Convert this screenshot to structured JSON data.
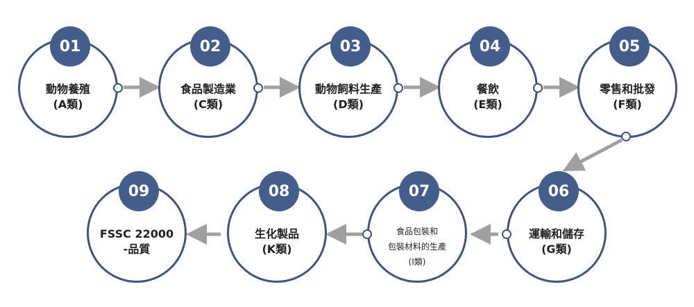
{
  "colors": {
    "circle_border": "#3d5580",
    "badge": "#445d8a",
    "arrow": "#a0a0a0",
    "text": "#222222"
  },
  "steps": [
    {
      "num": "01",
      "line1": "動物養殖",
      "line2": "(A類)",
      "line3": ""
    },
    {
      "num": "02",
      "line1": "食品製造業",
      "line2": "(C類)",
      "line3": ""
    },
    {
      "num": "03",
      "line1": "動物飼料生產",
      "line2": "(D類)",
      "line3": ""
    },
    {
      "num": "04",
      "line1": "餐飲",
      "line2": "(E類)",
      "line3": ""
    },
    {
      "num": "05",
      "line1": "零售和批發",
      "line2": "(F類)",
      "line3": ""
    },
    {
      "num": "06",
      "line1": "運輸和儲存",
      "line2": "(G類)",
      "line3": ""
    },
    {
      "num": "07",
      "line1": "食品包裝和",
      "line2": "包裝材料的生產",
      "line3": "(I類)"
    },
    {
      "num": "08",
      "line1": "生化製品",
      "line2": "(K類)",
      "line3": ""
    },
    {
      "num": "09",
      "line1": "FSSC 22000",
      "line2": "-品質",
      "line3": ""
    }
  ]
}
